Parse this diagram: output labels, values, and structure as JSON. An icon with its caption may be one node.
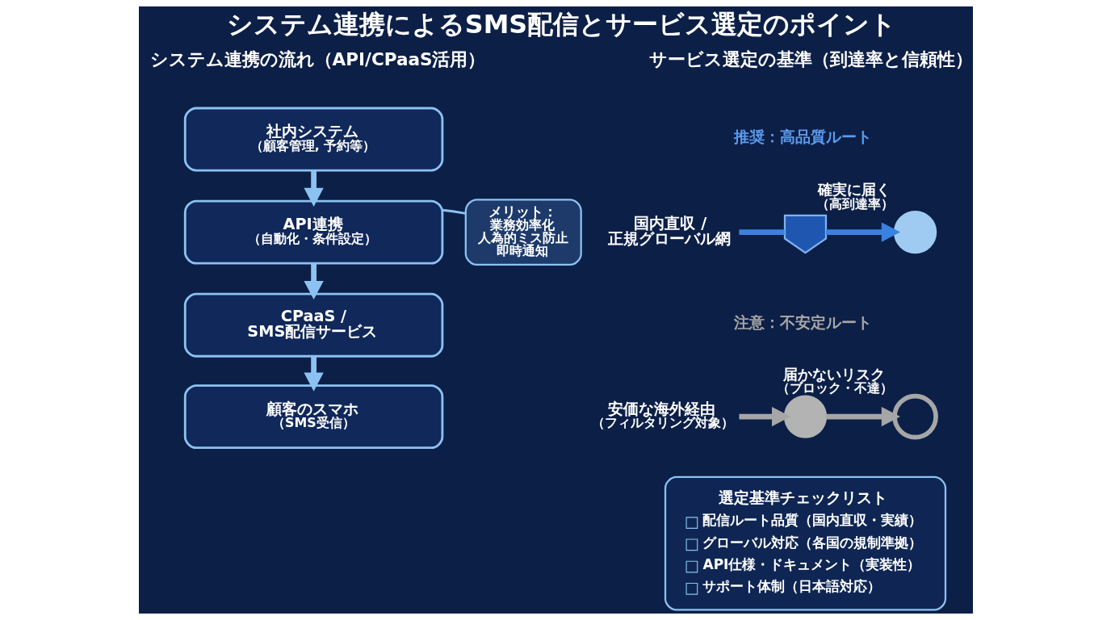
{
  "diagram": {
    "title": "システム連携によるSMS配信とサービス選定のポイント",
    "nodes": [
      {
        "text": [
          "社内システム",
          "（顧客管理, 予約等）"
        ]
      },
      {
        "text": [
          "API連携",
          "（自動化・条件設定）"
        ]
      },
      {
        "text": [
          "メリット：",
          "業務効率化",
          "人為的ミス防止",
          "即時通知"
        ]
      },
      {
        "text": [
          "CPaaS / SMS配信サービス"
        ]
      },
      {
        "text": [
          "顧客のスマホ",
          "（SMS受信）"
        ]
      },
      {
        "text": [
          "国内直収 / 正規グローバル網"
        ]
      },
      {
        "text": [],
        "shape": "shield"
      },
      {
        "text": [],
        "shape": "circle",
        "beside": [
          "確実に届く",
          "（高到達率）"
        ]
      },
      {
        "text": [
          "安価な海外経由",
          "（フィルタリング対象）"
        ]
      },
      {
        "text": [],
        "shape": "circle"
      },
      {
        "text": [],
        "shape": "circle",
        "beside": [
          "届かないリスク",
          "（ブロック・不達）"
        ]
      },
      {
        "text": [
          "選定基準チェックリスト",
          "配信ルート品質（国内直収・実績）",
          "グローバル対応（各国の規制準拠）",
          "API仕様・ドキュメント（実装性）",
          "サポート体制（日本語対応）"
        ]
      }
    ],
    "edges": [
      {
        "from": 0,
        "to": 1,
        "arrow": "to"
      },
      {
        "from": 1,
        "to": 3,
        "arrow": "to"
      },
      {
        "from": 3,
        "to": 4,
        "arrow": "to"
      },
      {
        "from": 2,
        "to": 1,
        "arrow": "none"
      },
      {
        "from": 5,
        "to": 6,
        "arrow": "none",
        "color": "#3b82e0"
      },
      {
        "from": 6,
        "to": 7,
        "arrow": "to",
        "color": "#3b82e0"
      },
      {
        "from": 8,
        "to": 9,
        "arrow": "to",
        "color": "#a6a6a6"
      },
      {
        "from": 9,
        "to": 10,
        "arrow": "to",
        "color": "#a6a6a6"
      }
    ],
    "labels": [
      "システム連携の流れ（API/CPaaS活用）",
      "サービス選定の基準（到達率と信頼性）",
      "推奨：高品質ルート",
      "注意：不安定ルート"
    ]
  }
}
